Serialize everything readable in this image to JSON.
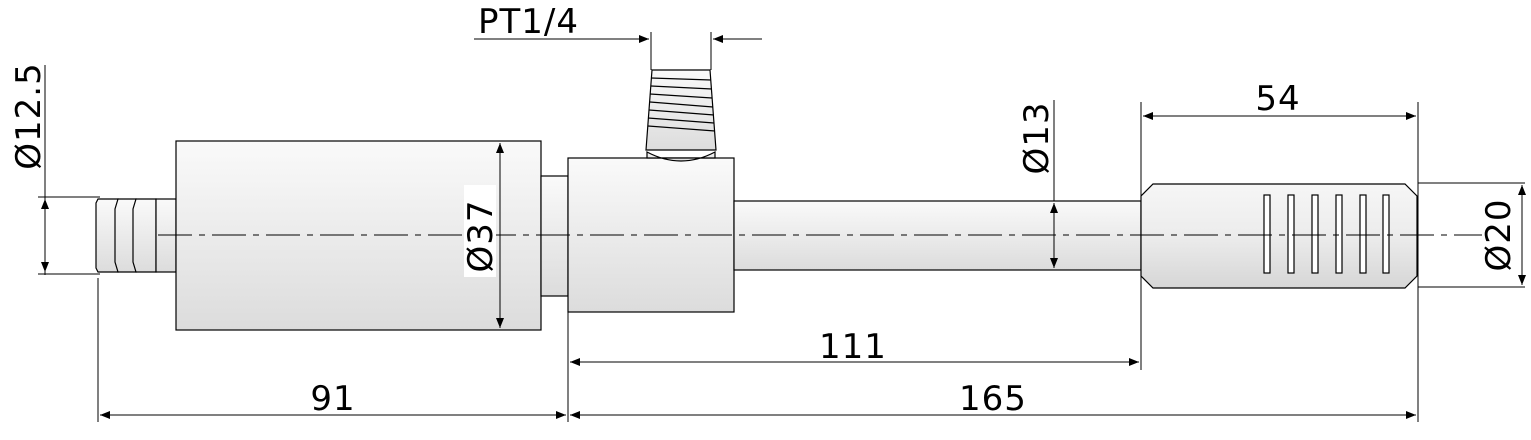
{
  "dimensions": {
    "thread": "PT1/4",
    "hose_diameter": "Ø12.5",
    "body_diameter": "Ø37",
    "tube_diameter": "Ø13",
    "tip_diameter": "Ø20",
    "tip_length": "54",
    "tube_length": "111",
    "rear_length": "91",
    "front_length": "165"
  },
  "colors": {
    "line": "#000000",
    "fill_light": "#f4f4f4",
    "fill_dark": "#d8d8d8"
  }
}
